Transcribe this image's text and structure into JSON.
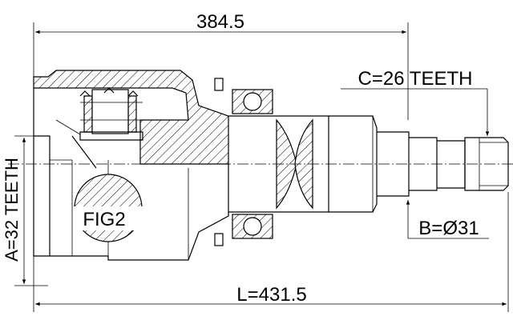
{
  "dimensions": {
    "top_length": "384.5",
    "total_length": "L=431.5",
    "spline_c": "C=26 TEETH",
    "diameter_b": "B=Ø31",
    "spline_a": "A=32 TEETH"
  },
  "callout": "FIG2"
}
